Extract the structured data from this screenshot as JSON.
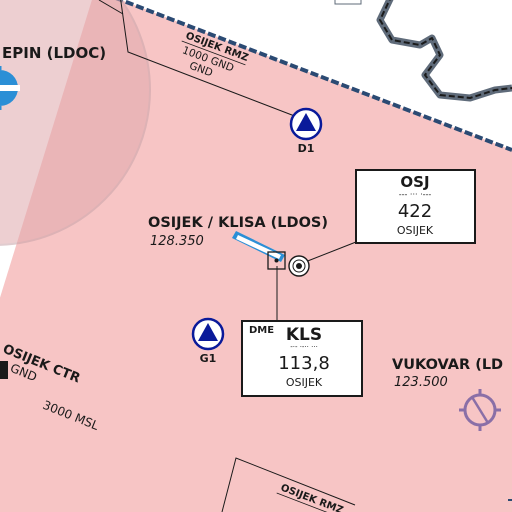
{
  "colors": {
    "airspace_fill": "#f7c5c5",
    "airspace_border": "#2b4a73",
    "nav_blue": "#0a1a9a",
    "runway_blue": "#2b8fd6",
    "border_gray": "#5f6b7a"
  },
  "airports": {
    "osijek": {
      "name": "OSIJEK / KLISA (LDOS)",
      "freq": "128.350"
    },
    "cepin": {
      "name": "EPIN (LDOC)"
    },
    "vukovar": {
      "name": "VUKOVAR (LD",
      "freq": "123.500"
    }
  },
  "airspaces": {
    "rmz_top": {
      "name": "OSIJEK RMZ",
      "upper": "1000 GND",
      "lower": "GND"
    },
    "ctr": {
      "name": "OSIJEK CTR",
      "lower": "GND",
      "upper": "3000 MSL"
    },
    "rmz_bottom": {
      "name": "OSIJEK RMZ"
    }
  },
  "navaids": {
    "osj": {
      "ident": "OSJ",
      "morse": "--- ··· ·---",
      "freq": "422",
      "name": "OSIJEK"
    },
    "kls": {
      "tag": "DME",
      "ident": "KLS",
      "morse": "-·- ·-·· ···",
      "freq": "113,8",
      "name": "OSIJEK"
    }
  },
  "reporting_points": [
    {
      "id": "D1"
    },
    {
      "id": "G1"
    }
  ],
  "icons": [
    "reporting-point-triangle-icon",
    "aerodrome-icon",
    "vor-dme-icon",
    "ndb-icon"
  ]
}
